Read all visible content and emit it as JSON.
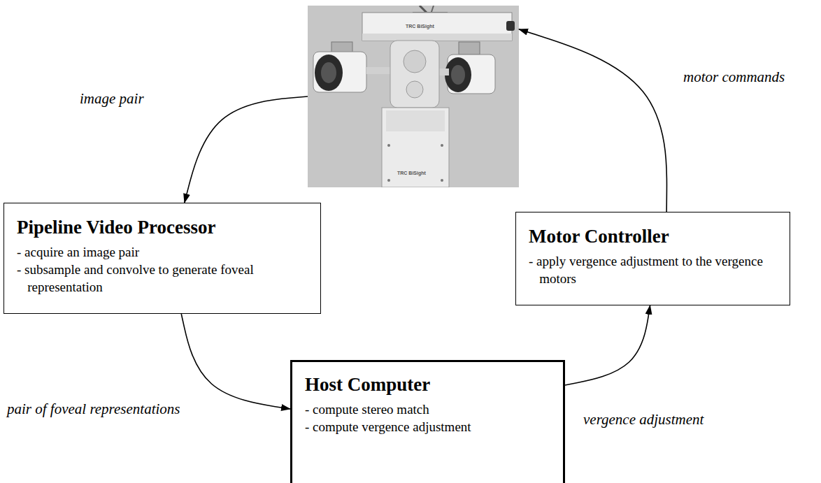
{
  "diagram": {
    "nodes": [
      {
        "text": [
          "TRC BiSight",
          "TRC BiSight"
        ]
      },
      {
        "text": [
          "Pipeline Video Processor",
          "- acquire an image pair",
          "- subsample and convolve to generate foveal representation"
        ]
      },
      {
        "text": [
          "Host Computer",
          "- compute stereo match",
          "- compute vergence adjustment"
        ]
      },
      {
        "text": [
          "Motor Controller",
          "- apply vergence adjustment to the vergence motors"
        ]
      }
    ],
    "edges": [
      {
        "from": 0,
        "to": 1,
        "arrow": "to",
        "label": "image pair"
      },
      {
        "from": 1,
        "to": 2,
        "arrow": "to",
        "label": "pair of foveal representations"
      },
      {
        "from": 2,
        "to": 3,
        "arrow": "to",
        "label": "vergence adjustment"
      },
      {
        "from": 3,
        "to": 0,
        "arrow": "to",
        "label": "motor commands"
      }
    ]
  }
}
